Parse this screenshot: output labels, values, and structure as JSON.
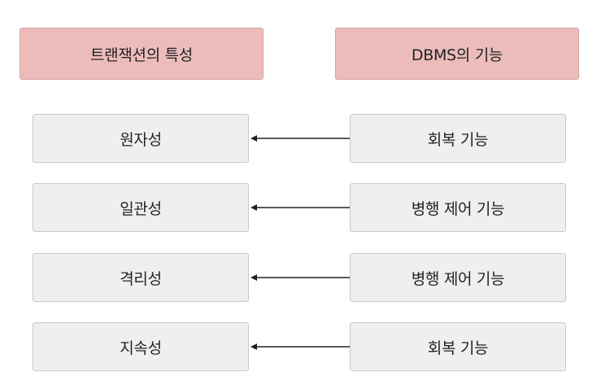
{
  "headers": {
    "left": "트랜잭션의 특성",
    "right": "DBMS의 기능"
  },
  "rows": [
    {
      "property": "원자성",
      "function": "회복 기능"
    },
    {
      "property": "일관성",
      "function": "병행 제어 기능"
    },
    {
      "property": "격리성",
      "function": "병행 제어 기능"
    },
    {
      "property": "지속성",
      "function": "회복 기능"
    }
  ],
  "colors": {
    "header_fill": "#ecbcbb",
    "item_fill": "#efefef",
    "arrow": "#222222"
  }
}
